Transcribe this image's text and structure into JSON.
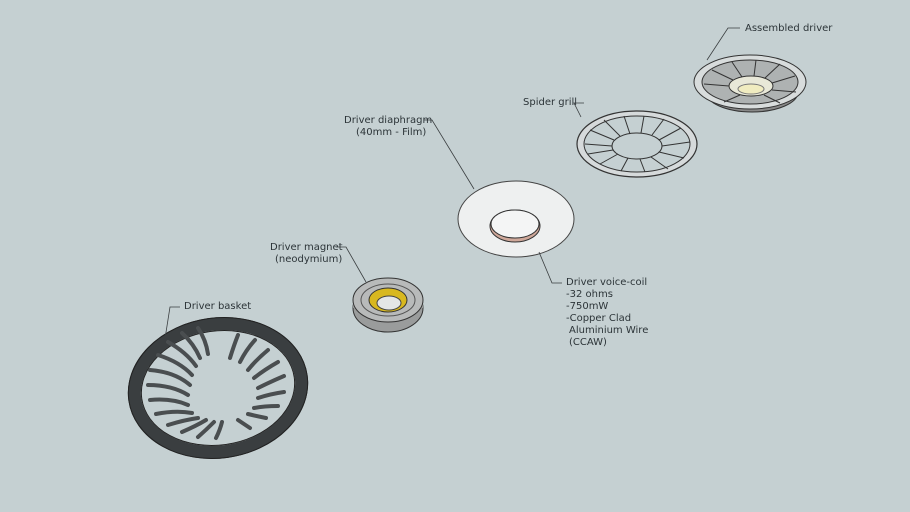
{
  "diagram": {
    "background": "#c5d0d2",
    "components": [
      {
        "id": "basket",
        "label": "Driver basket"
      },
      {
        "id": "magnet",
        "label_line1": "Driver magnet",
        "label_line2": "(neodymium)"
      },
      {
        "id": "diaphragm",
        "label_line1": "Driver diaphragm",
        "label_line2": "(40mm - Film)"
      },
      {
        "id": "voicecoil",
        "lines": [
          "Driver voice-coil",
          "-32 ohms",
          "-750mW",
          "-Copper Clad",
          "Aluminium Wire",
          "(CCAW)"
        ]
      },
      {
        "id": "spider",
        "label": "Spider grill"
      },
      {
        "id": "assembled",
        "label": "Assembled driver"
      }
    ]
  }
}
